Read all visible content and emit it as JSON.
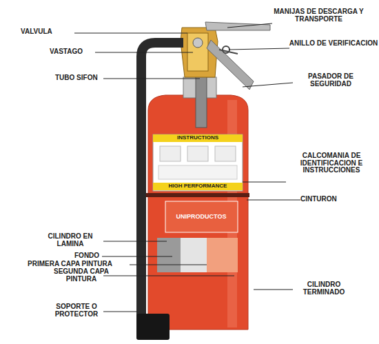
{
  "diagram": {
    "labels": [
      "MANIJAS DE DESCARGA Y TRANSPORTE",
      "VALVULA",
      "ANILLO DE VERIFICACION",
      "VASTAGO",
      "TUBO SIFON",
      "PASADOR DE SEGURIDAD",
      "INSTRUCTIONS",
      "CALCOMANIA DE IDENTIFICACION E INSTRUCCIONES",
      "HIGH PERFORMANCE",
      "CINTURON",
      "UNIPRODUCTOS",
      "CILINDRO EN LAMINA",
      "FONDO",
      "PRIMERA CAPA PINTURA",
      "SEGUNDA CAPA PINTURA",
      "CILINDRO TERMINADO",
      "SOPORTE O PROTECTOR"
    ]
  }
}
